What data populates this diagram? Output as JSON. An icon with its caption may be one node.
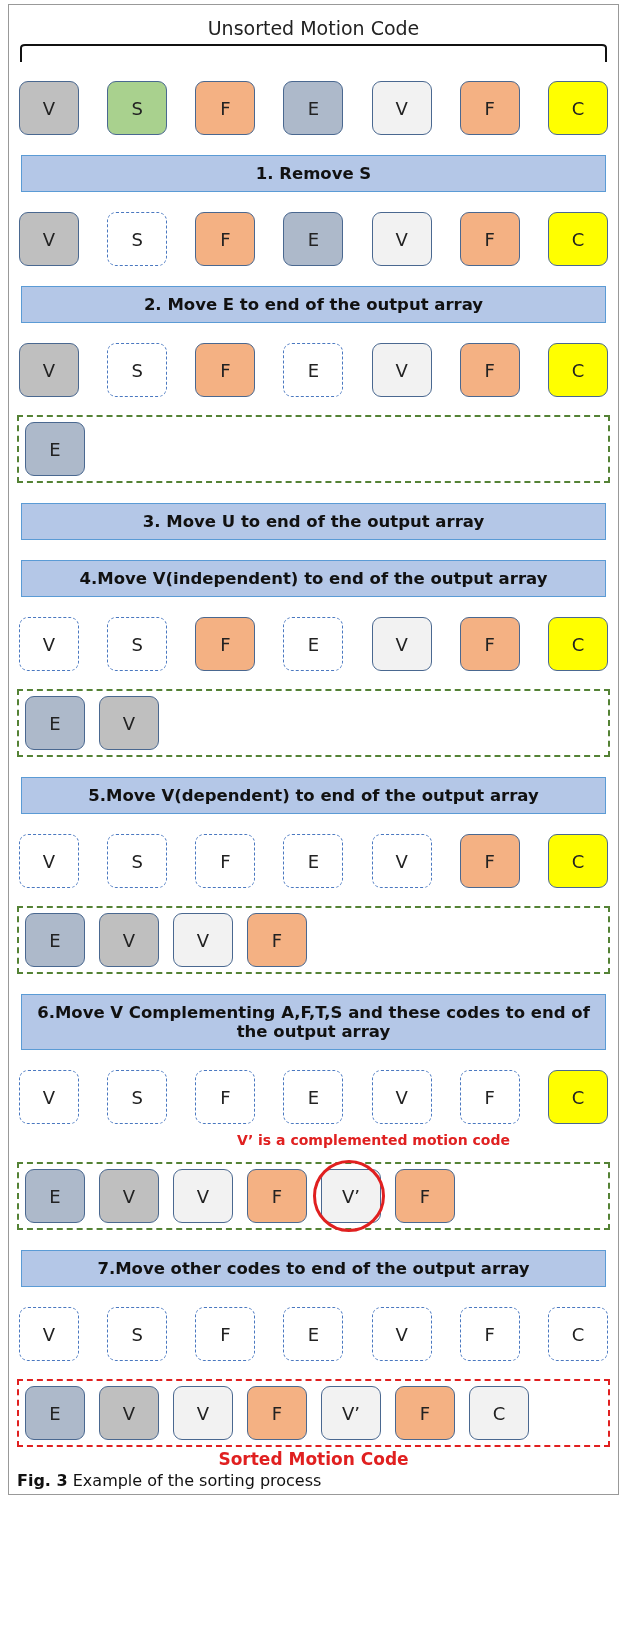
{
  "diagram": {
    "caption": "**Fig. 3** Example of the sorting process",
    "nodes": [
      {
        "text": [
          "V"
        ]
      },
      {
        "text": [
          "S"
        ]
      },
      {
        "text": [
          "F"
        ]
      },
      {
        "text": [
          "E"
        ]
      },
      {
        "text": [
          "V"
        ]
      },
      {
        "text": [
          "F"
        ]
      },
      {
        "text": [
          "C"
        ]
      },
      {
        "text": [
          "1. Remove S"
        ]
      },
      {
        "text": [
          "V"
        ]
      },
      {
        "text": [
          "S"
        ]
      },
      {
        "text": [
          "F"
        ]
      },
      {
        "text": [
          "E"
        ]
      },
      {
        "text": [
          "V"
        ]
      },
      {
        "text": [
          "F"
        ]
      },
      {
        "text": [
          "C"
        ]
      },
      {
        "text": [
          "2. Move E to end of the output array"
        ]
      },
      {
        "text": [
          "V"
        ]
      },
      {
        "text": [
          "S"
        ]
      },
      {
        "text": [
          "F"
        ]
      },
      {
        "text": [
          "E"
        ]
      },
      {
        "text": [
          "V"
        ]
      },
      {
        "text": [
          "F"
        ]
      },
      {
        "text": [
          "C"
        ]
      },
      {
        "text": [],
        "shape": "box"
      },
      {
        "text": [
          "E"
        ],
        "in": 23
      },
      {
        "text": [
          "3. Move U to end of the output array"
        ]
      },
      {
        "text": [
          "4.Move V(independent) to end of the output array"
        ]
      },
      {
        "text": [
          "V"
        ]
      },
      {
        "text": [
          "S"
        ]
      },
      {
        "text": [
          "F"
        ]
      },
      {
        "text": [
          "E"
        ]
      },
      {
        "text": [
          "V"
        ]
      },
      {
        "text": [
          "F"
        ]
      },
      {
        "text": [
          "C"
        ]
      },
      {
        "text": [],
        "shape": "box"
      },
      {
        "text": [
          "E"
        ],
        "in": 34
      },
      {
        "text": [
          "V"
        ],
        "in": 34
      },
      {
        "text": [
          "5.Move V(dependent) to end of the output array"
        ]
      },
      {
        "text": [
          "V"
        ]
      },
      {
        "text": [
          "S"
        ]
      },
      {
        "text": [
          "F"
        ]
      },
      {
        "text": [
          "E"
        ]
      },
      {
        "text": [
          "V"
        ]
      },
      {
        "text": [
          "F"
        ]
      },
      {
        "text": [
          "C"
        ]
      },
      {
        "text": [],
        "shape": "box"
      },
      {
        "text": [
          "E"
        ],
        "in": 45
      },
      {
        "text": [
          "V"
        ],
        "in": 45
      },
      {
        "text": [
          "V"
        ],
        "in": 45
      },
      {
        "text": [
          "F"
        ],
        "in": 45
      },
      {
        "text": [
          "6.Move V Complementing A,F,T,S and these codes to end of the output array"
        ]
      },
      {
        "text": [
          "V"
        ]
      },
      {
        "text": [
          "S"
        ]
      },
      {
        "text": [
          "F"
        ]
      },
      {
        "text": [
          "E"
        ]
      },
      {
        "text": [
          "V"
        ]
      },
      {
        "text": [
          "F"
        ]
      },
      {
        "text": [
          "C"
        ]
      },
      {
        "text": [],
        "shape": "box"
      },
      {
        "text": [
          "E"
        ],
        "in": 58
      },
      {
        "text": [
          "V"
        ],
        "in": 58
      },
      {
        "text": [
          "V"
        ],
        "in": 58
      },
      {
        "text": [
          "F"
        ],
        "in": 58
      },
      {
        "text": [
          "V’"
        ],
        "in": 58
      },
      {
        "text": [
          "F"
        ],
        "in": 58
      },
      {
        "text": [
          "7.Move other codes to end of the output array"
        ]
      },
      {
        "text": [
          "V"
        ]
      },
      {
        "text": [
          "S"
        ]
      },
      {
        "text": [
          "F"
        ]
      },
      {
        "text": [
          "E"
        ]
      },
      {
        "text": [
          "V"
        ]
      },
      {
        "text": [
          "F"
        ]
      },
      {
        "text": [
          "C"
        ]
      },
      {
        "text": [],
        "shape": "box"
      },
      {
        "text": [
          "E"
        ],
        "in": 73
      },
      {
        "text": [
          "V"
        ],
        "in": 73
      },
      {
        "text": [
          "V"
        ],
        "in": 73
      },
      {
        "text": [
          "F"
        ],
        "in": 73
      },
      {
        "text": [
          "V’"
        ],
        "in": 73
      },
      {
        "text": [
          "F"
        ],
        "in": 73
      },
      {
        "text": [
          "C"
        ],
        "in": 73
      }
    ],
    "edges": [],
    "labels": [
      "Unsorted Motion Code",
      "V’ is a complemented motion code",
      "Sorted Motion Code"
    ]
  }
}
